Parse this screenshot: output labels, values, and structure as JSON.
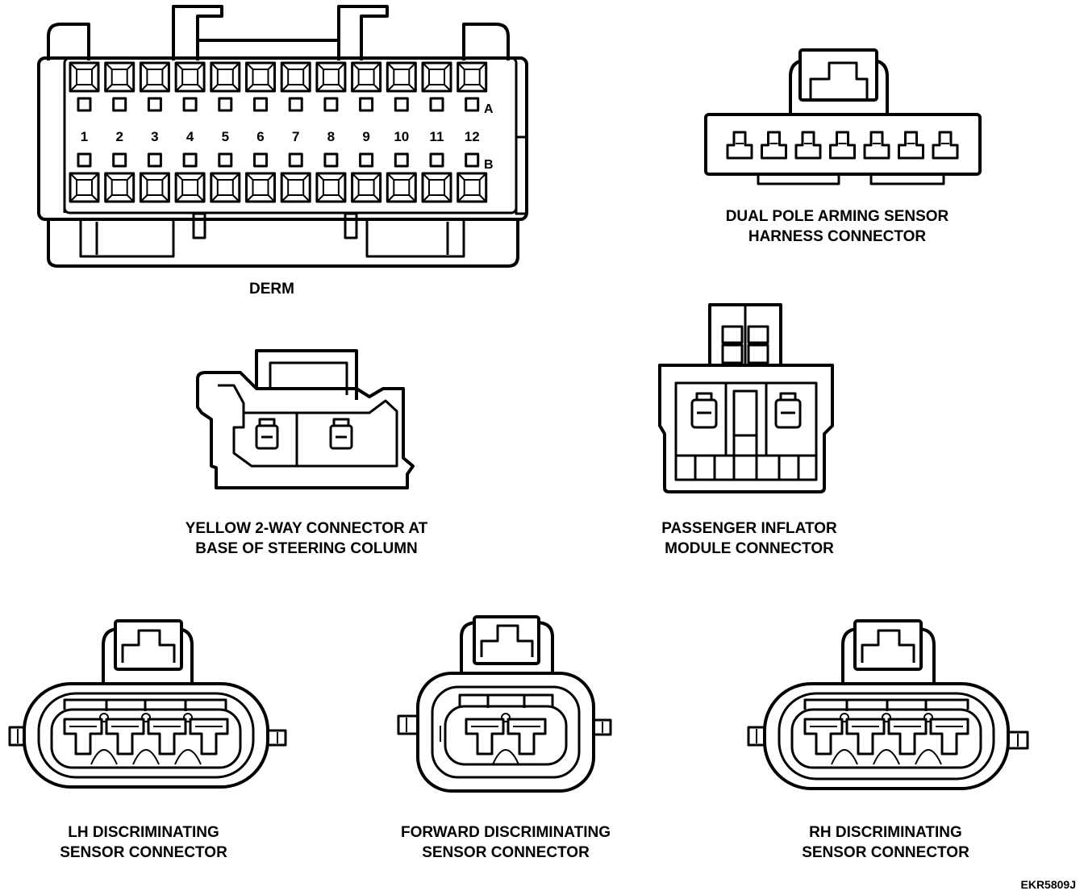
{
  "diagram_code": "EKR5809J",
  "derm": {
    "label": "DERM",
    "pin_numbers": [
      "1",
      "2",
      "3",
      "4",
      "5",
      "6",
      "7",
      "8",
      "9",
      "10",
      "11",
      "12"
    ],
    "row_a": "A",
    "row_b": "B"
  },
  "dual_pole": {
    "label_line1": "DUAL POLE ARMING SENSOR",
    "label_line2": "HARNESS CONNECTOR",
    "terminal_count": 7
  },
  "yellow": {
    "label_line1": "YELLOW 2-WAY CONNECTOR AT",
    "label_line2": "BASE OF STEERING COLUMN"
  },
  "passenger": {
    "label_line1": "PASSENGER INFLATOR",
    "label_line2": "MODULE CONNECTOR"
  },
  "lh": {
    "label_line1": "LH DISCRIMINATING",
    "label_line2": "SENSOR CONNECTOR",
    "terminal_count": 4
  },
  "forward": {
    "label_line1": "FORWARD DISCRIMINATING",
    "label_line2": "SENSOR CONNECTOR",
    "terminal_count": 2
  },
  "rh": {
    "label_line1": "RH DISCRIMINATING",
    "label_line2": "SENSOR CONNECTOR",
    "terminal_count": 4
  }
}
